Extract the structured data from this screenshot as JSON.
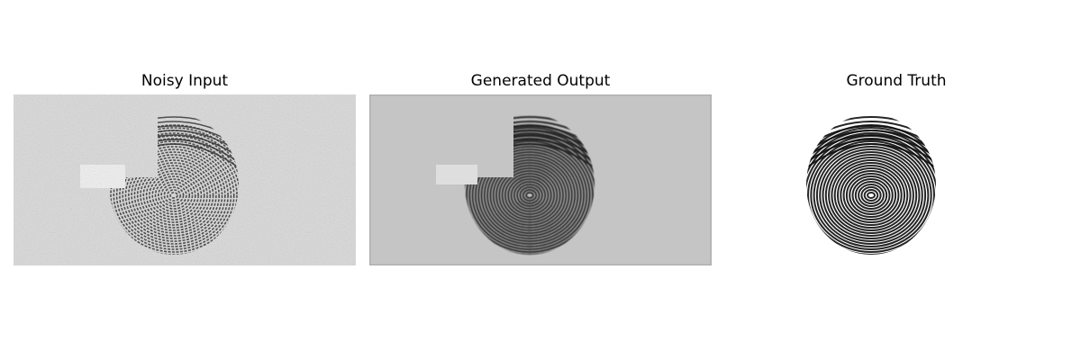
{
  "panels": [
    {
      "title": "Noisy Input",
      "background": "#dadada",
      "print_color": "#1a1a1a"
    },
    {
      "title": "Generated Output",
      "background": "#c5c5c5",
      "print_color": "#141414"
    },
    {
      "title": "Ground Truth",
      "background": "#ffffff",
      "print_color": "#0d0d0d"
    }
  ]
}
